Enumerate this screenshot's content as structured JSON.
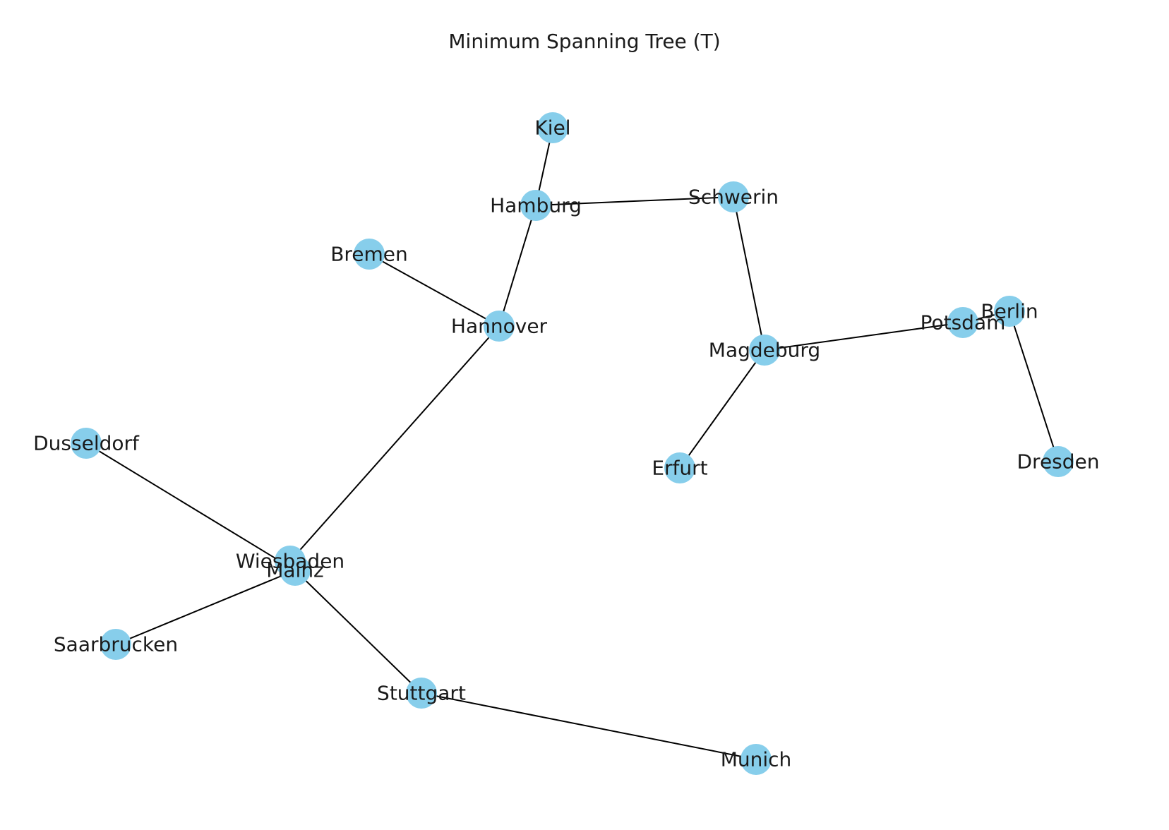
{
  "figure": {
    "title": "Minimum Spanning Tree (T)"
  },
  "colors": {
    "node_fill": "#87ceeb",
    "edge": "#000000",
    "label": "#1a1a1a",
    "background": "#ffffff"
  },
  "graph": {
    "nodes": [
      {
        "id": "Kiel",
        "label": "Kiel"
      },
      {
        "id": "Hamburg",
        "label": "Hamburg"
      },
      {
        "id": "Schwerin",
        "label": "Schwerin"
      },
      {
        "id": "Bremen",
        "label": "Bremen"
      },
      {
        "id": "Hannover",
        "label": "Hannover"
      },
      {
        "id": "Magdeburg",
        "label": "Magdeburg"
      },
      {
        "id": "Potsdam",
        "label": "Potsdam"
      },
      {
        "id": "Berlin",
        "label": "Berlin"
      },
      {
        "id": "Dresden",
        "label": "Dresden"
      },
      {
        "id": "Erfurt",
        "label": "Erfurt"
      },
      {
        "id": "Dusseldorf",
        "label": "Dusseldorf"
      },
      {
        "id": "Wiesbaden",
        "label": "Wiesbaden"
      },
      {
        "id": "Mainz",
        "label": "Mainz"
      },
      {
        "id": "Saarbrucken",
        "label": "Saarbrucken"
      },
      {
        "id": "Stuttgart",
        "label": "Stuttgart"
      },
      {
        "id": "Munich",
        "label": "Munich"
      }
    ],
    "edges": [
      {
        "source": "Kiel",
        "target": "Hamburg"
      },
      {
        "source": "Hamburg",
        "target": "Schwerin"
      },
      {
        "source": "Hamburg",
        "target": "Hannover"
      },
      {
        "source": "Bremen",
        "target": "Hannover"
      },
      {
        "source": "Hannover",
        "target": "Wiesbaden"
      },
      {
        "source": "Schwerin",
        "target": "Magdeburg"
      },
      {
        "source": "Magdeburg",
        "target": "Potsdam"
      },
      {
        "source": "Potsdam",
        "target": "Berlin"
      },
      {
        "source": "Berlin",
        "target": "Dresden"
      },
      {
        "source": "Magdeburg",
        "target": "Erfurt"
      },
      {
        "source": "Dusseldorf",
        "target": "Mainz"
      },
      {
        "source": "Wiesbaden",
        "target": "Mainz"
      },
      {
        "source": "Mainz",
        "target": "Saarbrucken"
      },
      {
        "source": "Mainz",
        "target": "Stuttgart"
      },
      {
        "source": "Stuttgart",
        "target": "Munich"
      }
    ]
  }
}
